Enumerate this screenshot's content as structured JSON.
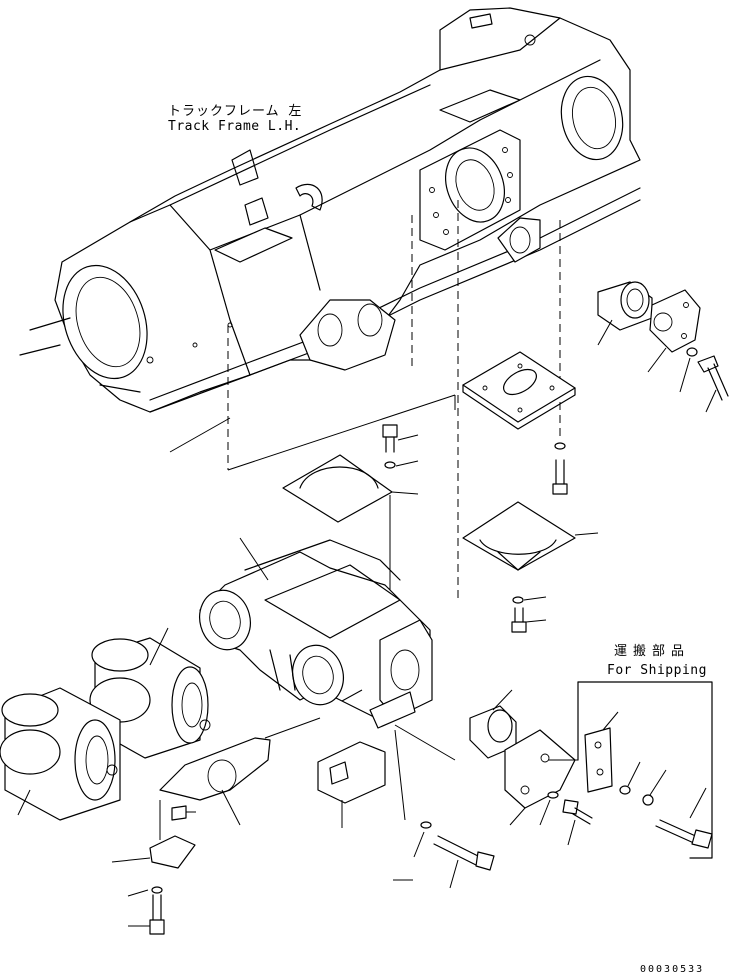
{
  "labels": {
    "track_frame_jp": "トラックフレーム 左",
    "track_frame_en": "Track Frame L.H.",
    "shipping_jp": "運搬部品",
    "shipping_en": "For Shipping",
    "drawing_number": "00030533"
  }
}
